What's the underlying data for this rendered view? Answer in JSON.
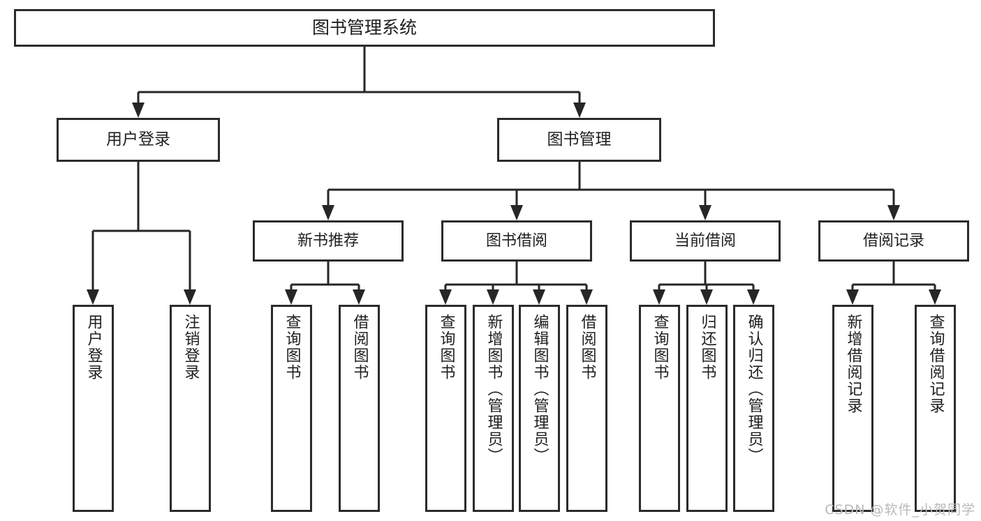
{
  "diagram": {
    "type": "tree",
    "title": "图书管理系统",
    "watermark": "CSDN @软件_小贺同学",
    "colors": {
      "box_border": "#2b2b2b",
      "box_fill": "#ffffff",
      "connector": "#262626",
      "text": "#1f1f1f",
      "watermark": "#b9b9b9",
      "background": "#ffffff"
    },
    "root": {
      "id": "root",
      "label": "图书管理系统",
      "level": 1
    },
    "level2": [
      {
        "id": "user-login",
        "label": "用户登录",
        "level": 2
      },
      {
        "id": "book-manage",
        "label": "图书管理",
        "level": 2
      }
    ],
    "level3": [
      {
        "id": "new-book-recommend",
        "label": "新书推荐",
        "level": 3,
        "parent": "book-manage"
      },
      {
        "id": "book-borrow",
        "label": "图书借阅",
        "level": 3,
        "parent": "book-manage"
      },
      {
        "id": "current-borrow",
        "label": "当前借阅",
        "level": 3,
        "parent": "book-manage"
      },
      {
        "id": "borrow-record",
        "label": "借阅记录",
        "level": 3,
        "parent": "book-manage"
      }
    ],
    "leaves": [
      {
        "id": "leaf-user-login",
        "label": "用户登录",
        "parent": "user-login"
      },
      {
        "id": "leaf-logout-login",
        "label": "注销登录",
        "parent": "user-login"
      },
      {
        "id": "leaf-query-book-1",
        "label": "查询图书",
        "parent": "new-book-recommend"
      },
      {
        "id": "leaf-borrow-book-1",
        "label": "借阅图书",
        "parent": "new-book-recommend"
      },
      {
        "id": "leaf-query-book-2",
        "label": "查询图书",
        "parent": "book-borrow"
      },
      {
        "id": "leaf-add-book",
        "label": "新增图书（管理员）",
        "parent": "book-borrow"
      },
      {
        "id": "leaf-edit-book",
        "label": "编辑图书（管理员）",
        "parent": "book-borrow"
      },
      {
        "id": "leaf-borrow-book-2",
        "label": "借阅图书",
        "parent": "book-borrow"
      },
      {
        "id": "leaf-query-book-3",
        "label": "查询图书",
        "parent": "current-borrow"
      },
      {
        "id": "leaf-return-book",
        "label": "归还图书",
        "parent": "current-borrow"
      },
      {
        "id": "leaf-confirm-return",
        "label": "确认归还（管理员）",
        "parent": "current-borrow"
      },
      {
        "id": "leaf-add-record",
        "label": "新增借阅记录",
        "parent": "borrow-record"
      },
      {
        "id": "leaf-query-record",
        "label": "查询借阅记录",
        "parent": "borrow-record"
      }
    ]
  }
}
